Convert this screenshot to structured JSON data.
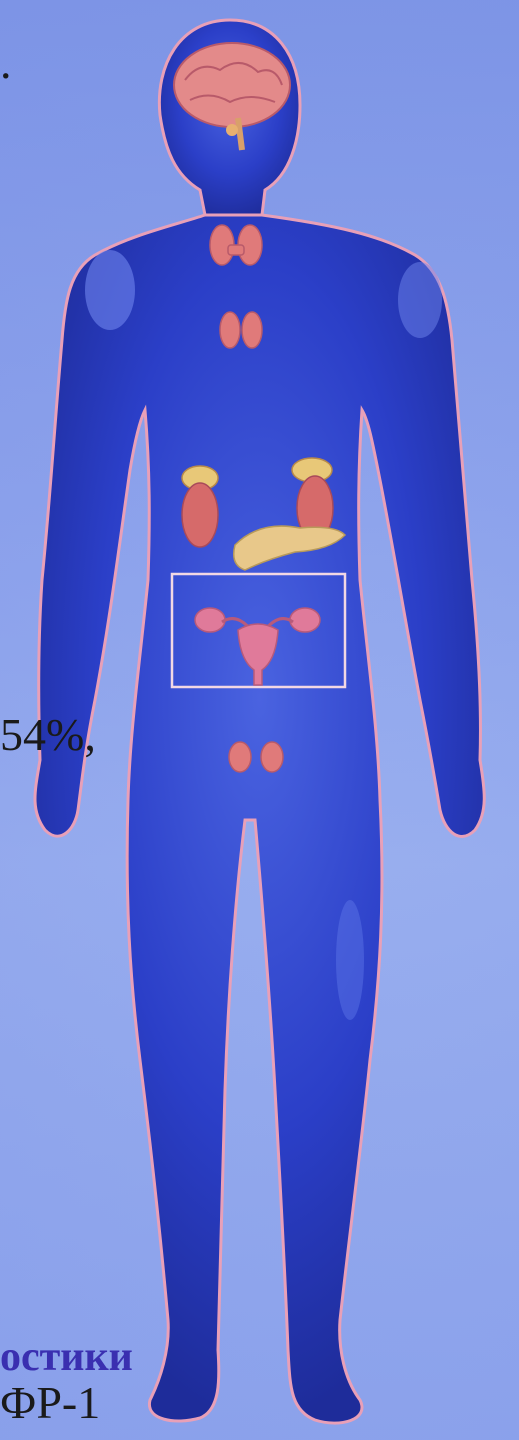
{
  "text_fragments": {
    "top_mark": ".",
    "percent_text": "54%,",
    "bold_text": "остики",
    "last_text": "ФР-1"
  },
  "colors": {
    "background": "#8ea4ec",
    "body_fill": "#2a3fc4",
    "body_outline": "#e8a0b8",
    "organ": "#e07a7a",
    "bold_text": "#3a2fb0"
  },
  "figure": {
    "organs": [
      "brain",
      "pituitary",
      "thyroid",
      "thymus",
      "adrenal-left",
      "adrenal-right",
      "kidney-left",
      "kidney-right",
      "pancreas",
      "ovaries-uterus",
      "testes"
    ],
    "highlight_box": "reproductive-organs-frame"
  }
}
